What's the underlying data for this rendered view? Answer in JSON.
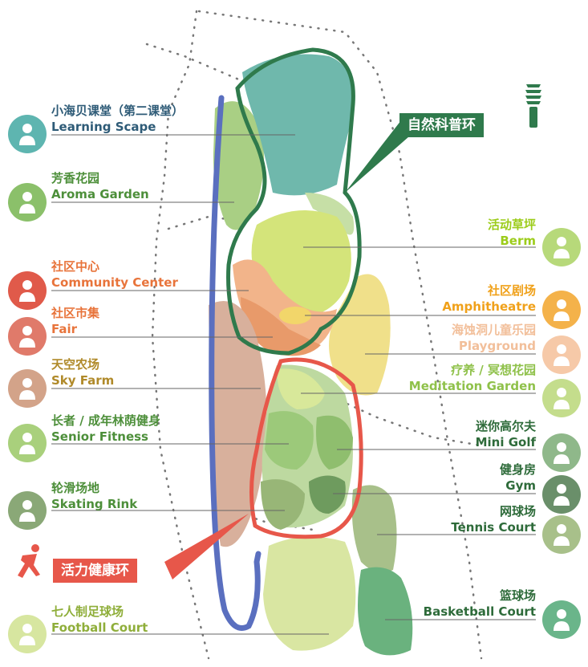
{
  "labels_left": [
    {
      "key": "learning",
      "zh": "小海贝课堂（第二课堂）",
      "en": "Learning Scape",
      "color": "#2e5b77",
      "icon": "head-heart-icon",
      "icon_color": "#5eb5b0"
    },
    {
      "key": "aroma",
      "zh": "芳香花园",
      "en": "Aroma Garden",
      "color": "#4d8f3a",
      "icon": "butterfly-hand-icon",
      "icon_color": "#8bc06a"
    },
    {
      "key": "community",
      "zh": "社区中心",
      "en": "Community Center",
      "color": "#e8743b",
      "icon": "heartbeat-icon",
      "icon_color": "#e05a4a"
    },
    {
      "key": "fair",
      "zh": "社区市集",
      "en": "Fair",
      "color": "#e8743b",
      "icon": "market-stall-icon",
      "icon_color": "#e07a6a"
    },
    {
      "key": "skyfarm",
      "zh": "天空农场",
      "en": "Sky Farm",
      "color": "#b08a2a",
      "icon": "wheat-hand-icon",
      "icon_color": "#d3a389"
    },
    {
      "key": "senior",
      "zh": "长者 / 成年林荫健身",
      "en": "Senior Fitness",
      "color": "#4d8f3a",
      "icon": "weightlifter-icon",
      "icon_color": "#a9d07c"
    },
    {
      "key": "skating",
      "zh": "轮滑场地",
      "en": "Skating Rink",
      "color": "#4d8f3a",
      "icon": "skater-icon",
      "icon_color": "#8aa877"
    },
    {
      "key": "football",
      "zh": "七人制足球场",
      "en": "Football Court",
      "color": "#8fae3a",
      "icon": "football-field-icon",
      "icon_color": "#d7e6a0"
    }
  ],
  "labels_right": [
    {
      "key": "berm",
      "zh": "活动草坪",
      "en": "Berm",
      "color": "#9ccc1a",
      "icon": "speech-bubble-icon",
      "icon_color": "#b7d97a"
    },
    {
      "key": "amph",
      "zh": "社区剧场",
      "en": "Amphitheatre",
      "color": "#f0a11a",
      "icon": "theatre-screen-icon",
      "icon_color": "#f4b24a"
    },
    {
      "key": "play",
      "zh": "海蚀洞儿童乐园",
      "en": "Playground",
      "color": "#f2bf9a",
      "icon": "child-ball-icon",
      "icon_color": "#f6c9a8"
    },
    {
      "key": "medit",
      "zh": "疗养 / 冥想花园",
      "en": "Meditation Garden",
      "color": "#8fc14a",
      "icon": "meditation-icon",
      "icon_color": "#c4dd8c"
    },
    {
      "key": "golf",
      "zh": "迷你高尔夫",
      "en": "Mini Golf",
      "color": "#2e6b3a",
      "icon": "golfer-icon",
      "icon_color": "#8fb88a"
    },
    {
      "key": "gym",
      "zh": "健身房",
      "en": "Gym",
      "color": "#2e6b3a",
      "icon": "flexed-arm-icon",
      "icon_color": "#6a8f6a"
    },
    {
      "key": "tennis",
      "zh": "网球场",
      "en": "Tennis Court",
      "color": "#2e6b3a",
      "icon": "tennis-racket-icon",
      "icon_color": "#a8c08a"
    },
    {
      "key": "basket",
      "zh": "篮球场",
      "en": "Basketball Court",
      "color": "#2e6b3a",
      "icon": "basketball-icon",
      "icon_color": "#6ab58a"
    }
  ],
  "tags": {
    "nature_loop": "自然科普环",
    "vitality_loop": "活力健康环"
  },
  "colors": {
    "nature_loop": "#2f7a4c",
    "vitality_loop": "#e7574a",
    "blue_path": "#5a6fbf"
  }
}
